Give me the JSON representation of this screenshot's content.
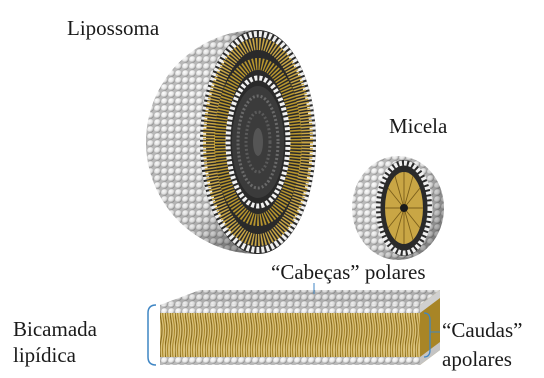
{
  "labels": {
    "liposome": "Lipossoma",
    "micelle": "Micela",
    "heads": "“Cabeças” polares",
    "bilayer_line1": "Bicamada",
    "bilayer_line2": "lipídica",
    "tails_line1": "“Caudas”",
    "tails_line2": "apolares"
  },
  "colors": {
    "head_fill": "#f2f2f2",
    "head_shade": "#9e9e9e",
    "tail_color": "#b8962e",
    "tail_dark": "#6b5418",
    "bracket_color": "#3f86c4",
    "core_dark": "#4a4a4a"
  }
}
